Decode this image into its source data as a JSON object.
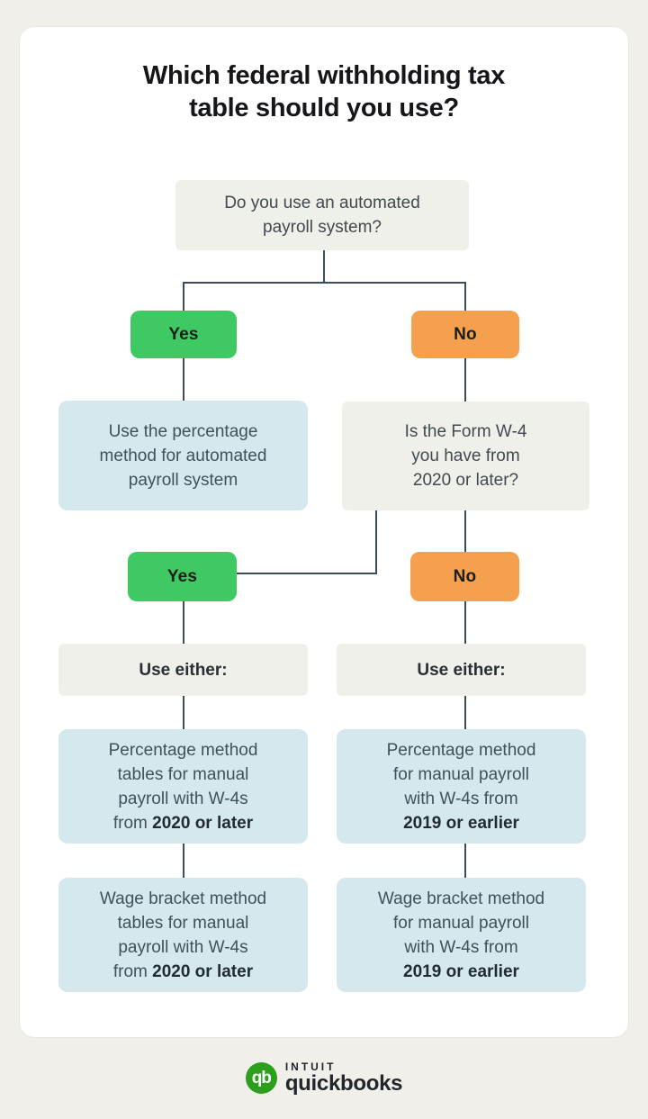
{
  "title": "Which federal withholding tax\ntable should you use?",
  "colors": {
    "page_background": "#f0efe9",
    "card_background": "#ffffff",
    "gray_box": "#f0f0eb",
    "blue_box": "#d5e8ee",
    "yes_green": "#3ec963",
    "no_orange": "#f5a04f",
    "connector_line": "#3e4c59",
    "brand_green": "#2ca01c"
  },
  "flow": {
    "q_automated": {
      "text": "Do you use an automated\npayroll system?"
    },
    "yes1": {
      "label": "Yes"
    },
    "no1": {
      "label": "No"
    },
    "automated_result": {
      "text": "Use the percentage\nmethod for automated\npayroll system"
    },
    "q_w4": {
      "text": "Is the Form W-4\nyou have from\n2020 or later?"
    },
    "yes2": {
      "label": "Yes"
    },
    "no2": {
      "label": "No"
    },
    "use_either_left": {
      "text": "Use either:"
    },
    "use_either_right": {
      "text": "Use either:"
    },
    "pct_2020": {
      "text": "Percentage method\ntables for manual\npayroll with W-4s\nfrom ",
      "bold": "2020 or later"
    },
    "pct_2019": {
      "text": "Percentage method\nfor manual payroll\nwith W-4s from\n",
      "bold": "2019 or earlier"
    },
    "wage_2020": {
      "text": "Wage bracket method\ntables for manual\npayroll with W-4s\nfrom ",
      "bold": "2020 or later"
    },
    "wage_2019": {
      "text": "Wage bracket method\nfor manual payroll\nwith W-4s from\n",
      "bold": "2019 or earlier"
    }
  },
  "footer": {
    "monogram": "qb",
    "brand_top": "INTUIT",
    "brand_bottom": "quickbooks"
  }
}
